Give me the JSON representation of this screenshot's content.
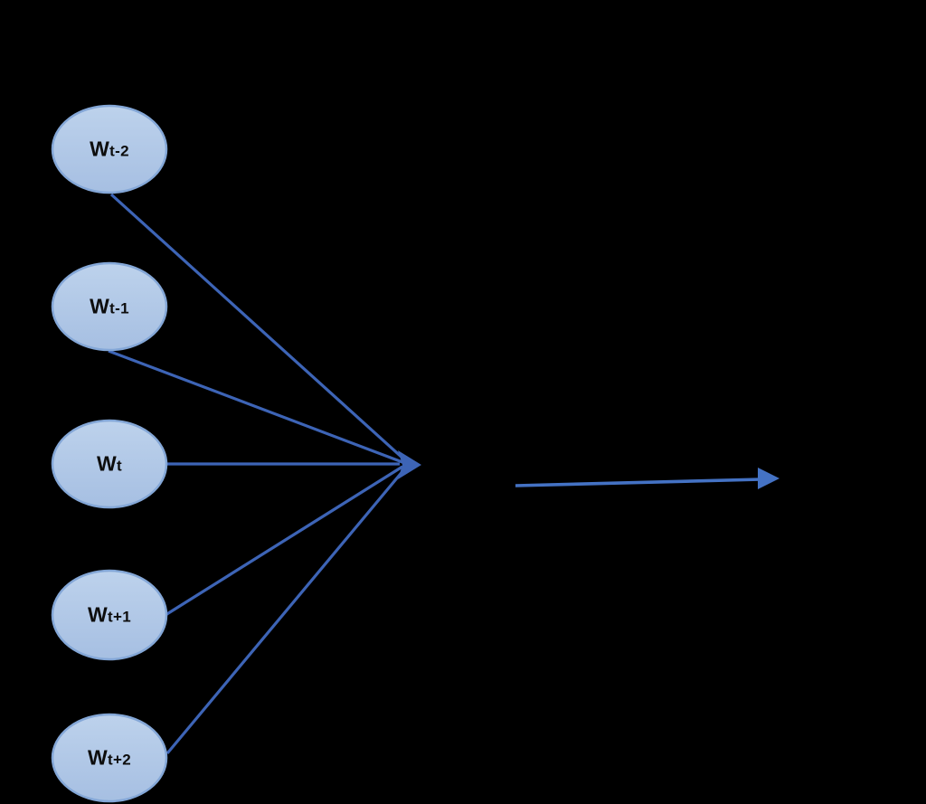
{
  "diagram": {
    "title": "context-words-to-sum-arrow-diagram",
    "colors": {
      "background": "#000000",
      "node_fill_top": "#bdd2ec",
      "node_fill_bottom": "#a6bfe2",
      "node_stroke": "#84a7d7",
      "connector": "#3d64b6",
      "arrow": "#4472c4"
    },
    "nodes": [
      {
        "id": "wt-2",
        "label": "Wt-2",
        "label_main": "W",
        "label_sub": "t-2"
      },
      {
        "id": "wt-1",
        "label": "Wt-1",
        "label_main": "W",
        "label_sub": "t-1"
      },
      {
        "id": "wt",
        "label": "Wt",
        "label_main": "W",
        "label_sub": "t"
      },
      {
        "id": "wt+1",
        "label": "Wt+1",
        "label_main": "W",
        "label_sub": "t+1"
      },
      {
        "id": "wt+2",
        "label": "Wt+2",
        "label_main": "W",
        "label_sub": "t+2"
      }
    ]
  }
}
